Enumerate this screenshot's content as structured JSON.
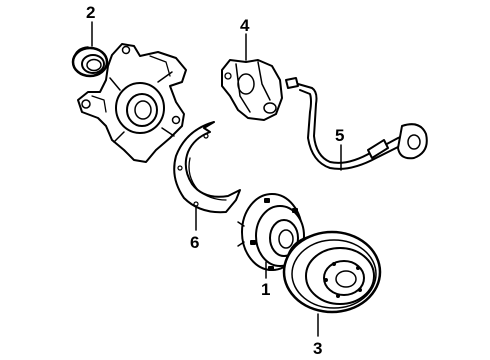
{
  "diagram": {
    "type": "exploded-parts-diagram",
    "callouts": [
      {
        "label": "1",
        "part": "hub-bearing"
      },
      {
        "label": "2",
        "part": "seal"
      },
      {
        "label": "3",
        "part": "rotor"
      },
      {
        "label": "4",
        "part": "caliper"
      },
      {
        "label": "5",
        "part": "brake-hose"
      },
      {
        "label": "6",
        "part": "splash-shield"
      }
    ]
  }
}
